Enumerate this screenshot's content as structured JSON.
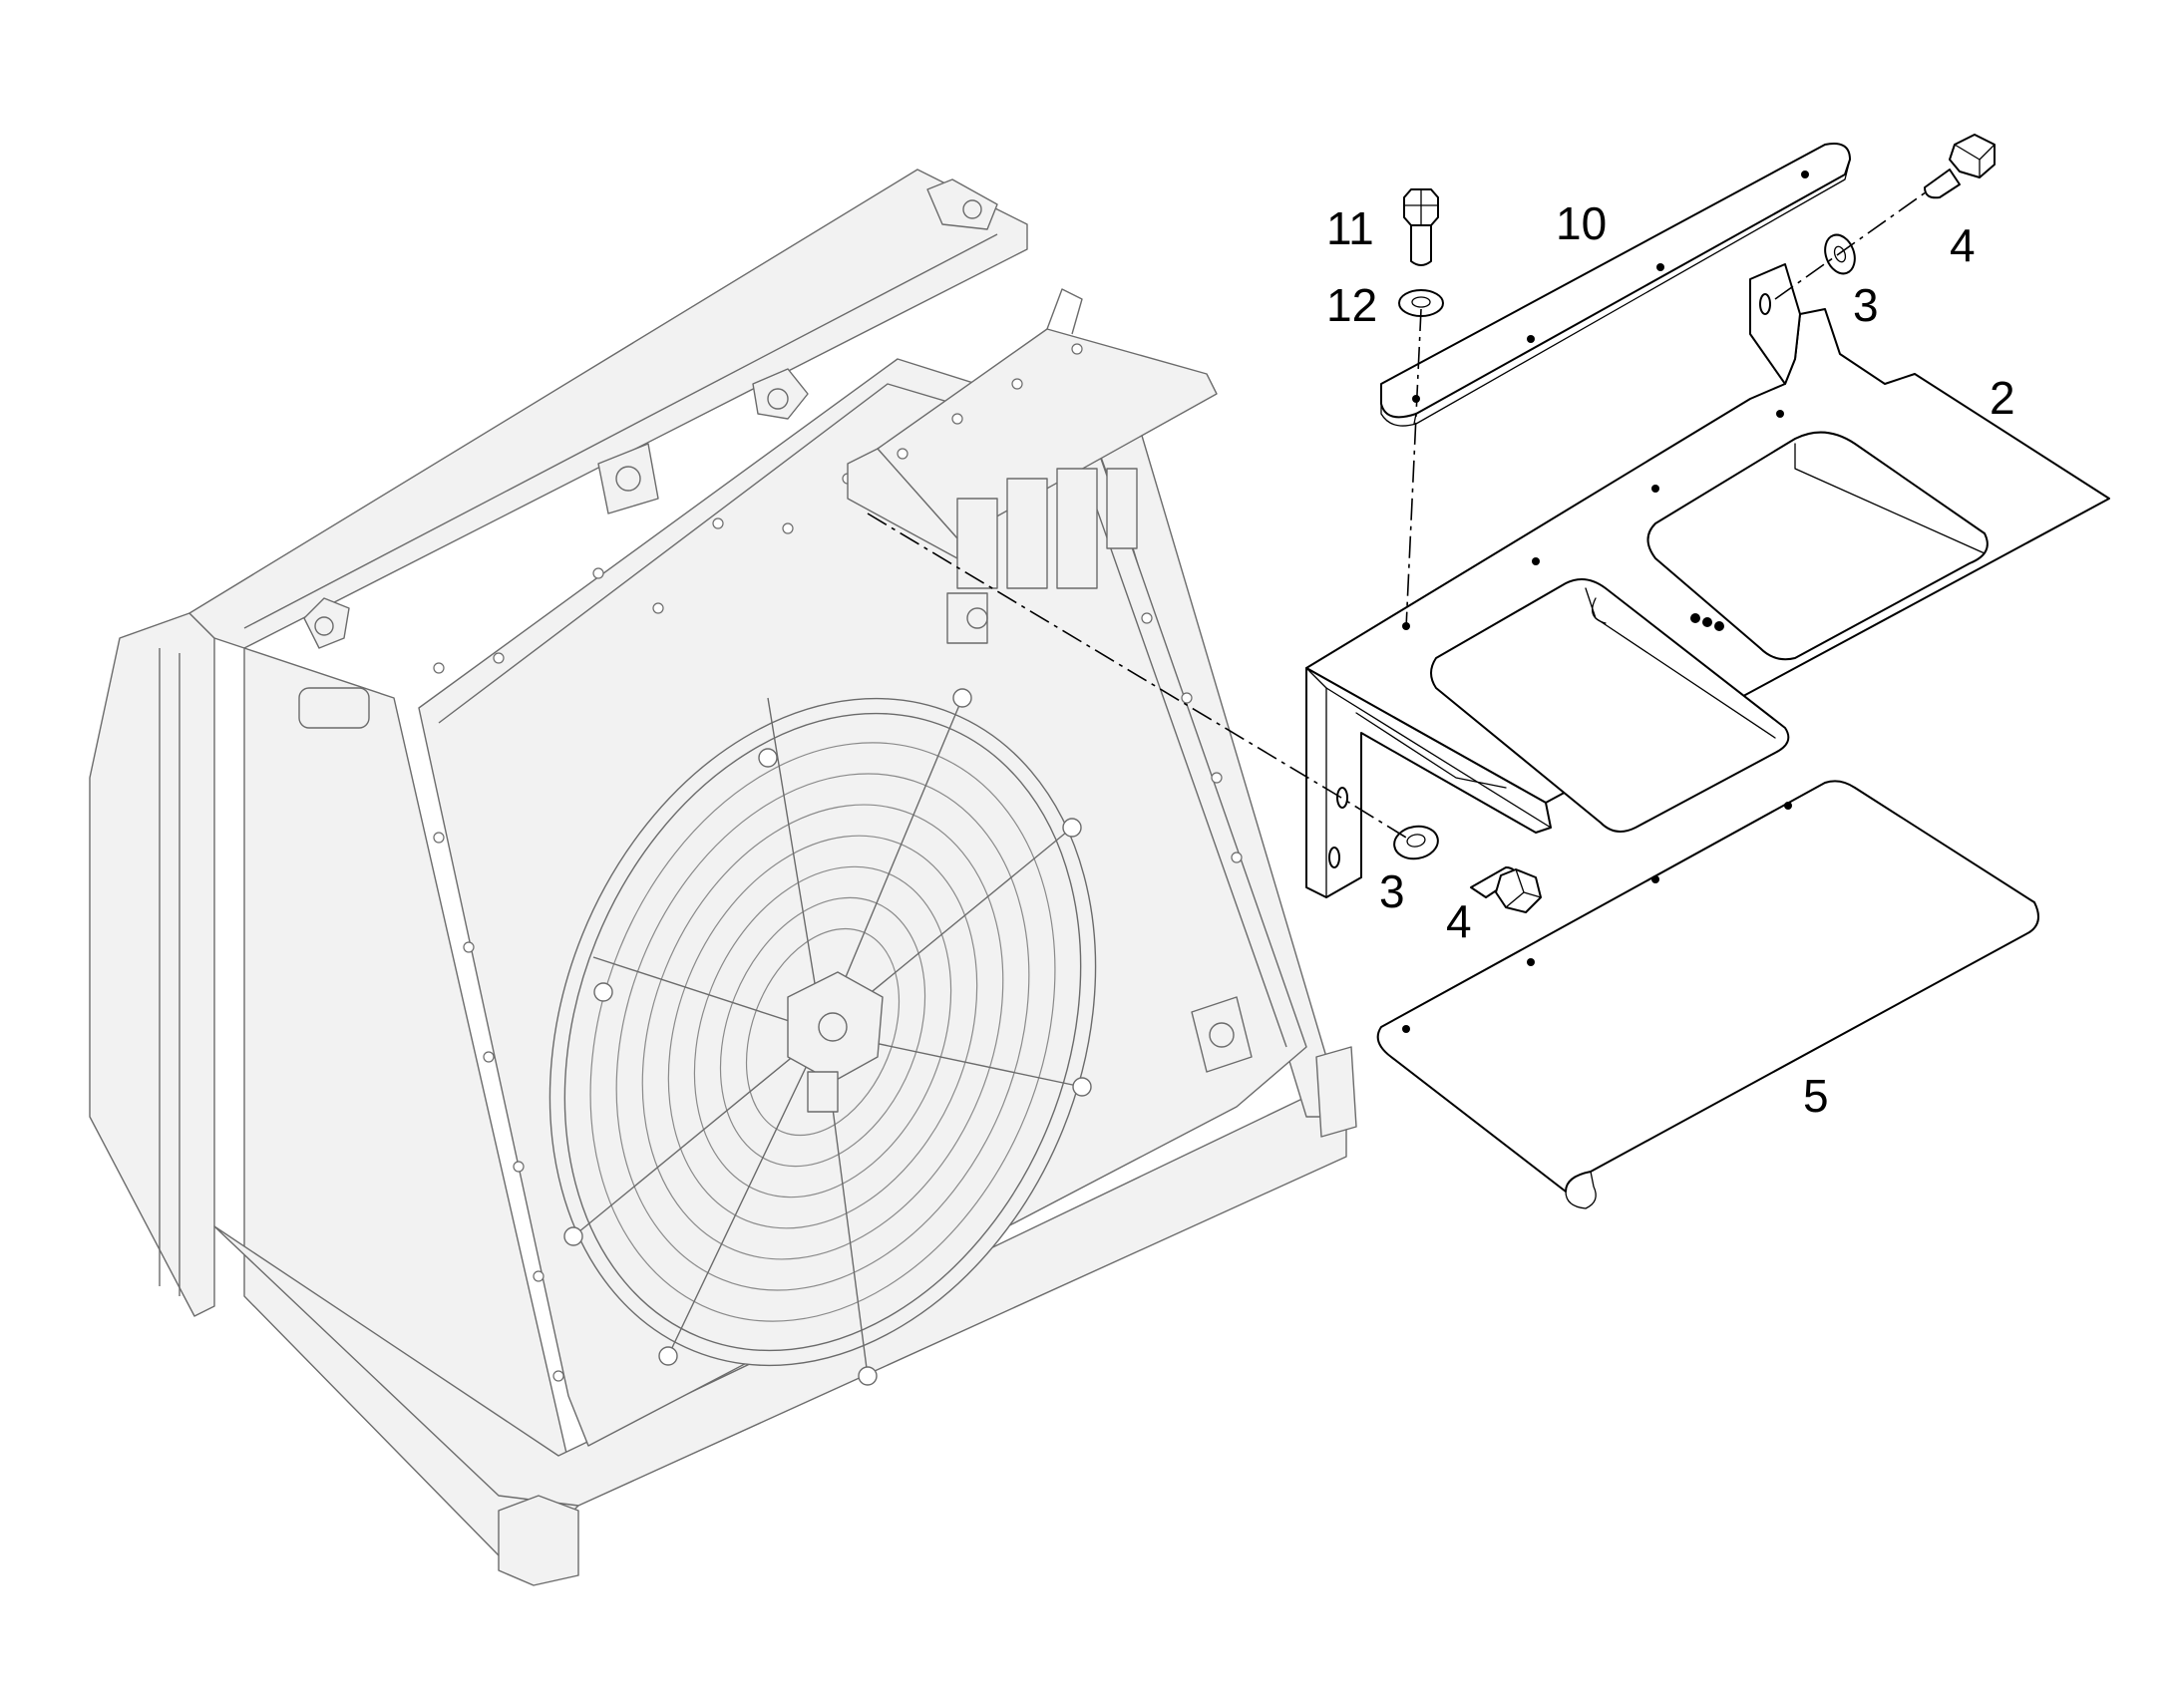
{
  "callouts": {
    "c11": "11",
    "c12": "12",
    "c10": "10",
    "c4_top": "4",
    "c3_top": "3",
    "c2": "2",
    "c3_bottom": "3",
    "c4_bottom": "4",
    "c5": "5"
  }
}
